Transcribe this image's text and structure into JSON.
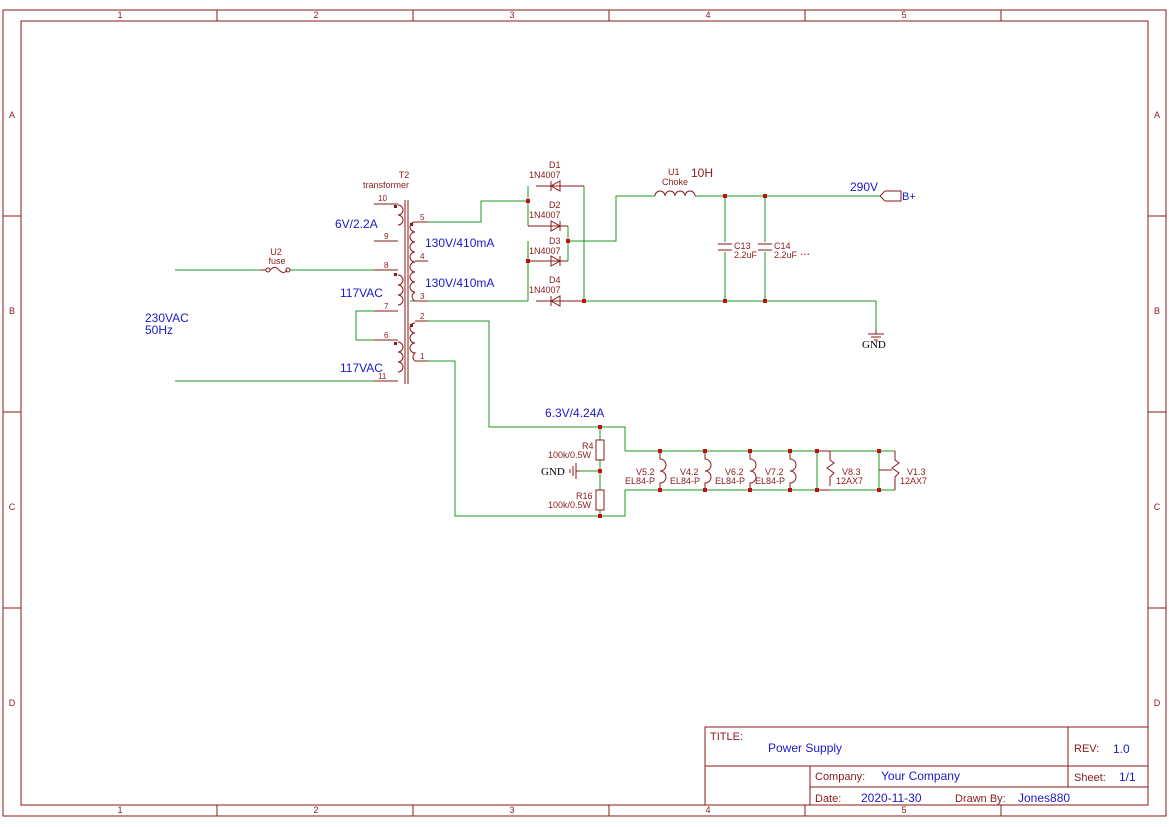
{
  "frame": {
    "columns": [
      "1",
      "2",
      "3",
      "4",
      "5"
    ],
    "rows": [
      "A",
      "B",
      "C",
      "D"
    ]
  },
  "parts": {
    "t2": {
      "ref": "T2",
      "value": "transformer"
    },
    "u2": {
      "ref": "U2",
      "value": "fuse"
    },
    "u1": {
      "ref": "U1",
      "value": "Choke",
      "rating": "10H"
    },
    "d1": {
      "ref": "D1",
      "value": "1N4007"
    },
    "d2": {
      "ref": "D2",
      "value": "1N4007"
    },
    "d3": {
      "ref": "D3",
      "value": "1N4007"
    },
    "d4": {
      "ref": "D4",
      "value": "1N4007"
    },
    "c13": {
      "ref": "C13",
      "value": "2.2uF"
    },
    "c14": {
      "ref": "C14",
      "value": "2.2uF",
      "more": "..."
    },
    "r4": {
      "ref": "R4",
      "value": "100k/0.5W"
    },
    "r16": {
      "ref": "R16",
      "value": "100k/0.5W"
    },
    "v5": {
      "ref": "V5.2",
      "value": "EL84-P"
    },
    "v4": {
      "ref": "V4.2",
      "value": "EL84-P"
    },
    "v6": {
      "ref": "V6.2",
      "value": "EL84-P"
    },
    "v7": {
      "ref": "V7.2",
      "value": "EL84-P"
    },
    "v8": {
      "ref": "V8.3",
      "value": "12AX7"
    },
    "v1": {
      "ref": "V1.3",
      "value": "12AX7"
    }
  },
  "pins": {
    "p10": "10",
    "p9": "9",
    "p8": "8",
    "p7": "7",
    "p6": "6",
    "p11": "11",
    "p5": "5",
    "p4": "4",
    "p3": "3",
    "p2": "2",
    "p1": "1"
  },
  "annotations": {
    "mains_v": "230VAC",
    "mains_f": "50Hz",
    "w_aux": "6V/2.2A",
    "w_hv1": "130V/410mA",
    "w_hv2": "130V/410mA",
    "w_pri1": "117VAC",
    "w_pri2": "117VAC",
    "heater": "6.3V/4.24A",
    "bplus_v": "290V",
    "bplus_net": "B+",
    "gnd1": "GND",
    "gnd2": "GND"
  },
  "title_block": {
    "title_label": "TITLE:",
    "title": "Power Supply",
    "rev_label": "REV:",
    "rev": "1.0",
    "company_label": "Company:",
    "company": "Your Company",
    "sheet_label": "Sheet:",
    "sheet": "1/1",
    "date_label": "Date:",
    "date": "2020-11-30",
    "drawn_label": "Drawn By:",
    "drawn": "Jones880"
  },
  "colors": {
    "frame": "#8b1a1a",
    "wire": "#1a9a1a",
    "label": "#1a1ac8",
    "junction": "#c01010"
  }
}
